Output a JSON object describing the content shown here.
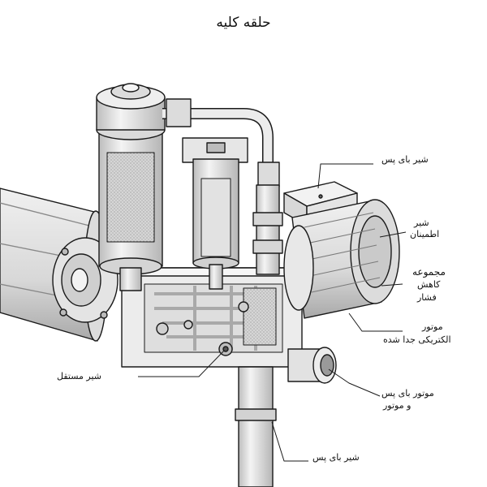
{
  "title": "حلقه کلیه",
  "labels": {
    "bypass_valve_top": "شیر بای پس",
    "check_valve_l1": "شیر",
    "check_valve_l2": "اطمینان",
    "pressure_group_l1": "مجموعه",
    "pressure_group_l2": "کاهش",
    "pressure_group_l3": "فشار",
    "motor_l1": "موتور",
    "motor_l2": "الکتریکی جدا شده",
    "independent_valve": "شیر مستقل",
    "bypass_motor_l1": "موتور بای پس",
    "bypass_motor_l2": "و موتور",
    "bypass_valve_bottom": "شیر بای پس"
  },
  "colors": {
    "line": "#1a1a1a",
    "metal": "#e9e9e9",
    "shade": "#c8c8c8",
    "dark": "#9a9a9a"
  }
}
